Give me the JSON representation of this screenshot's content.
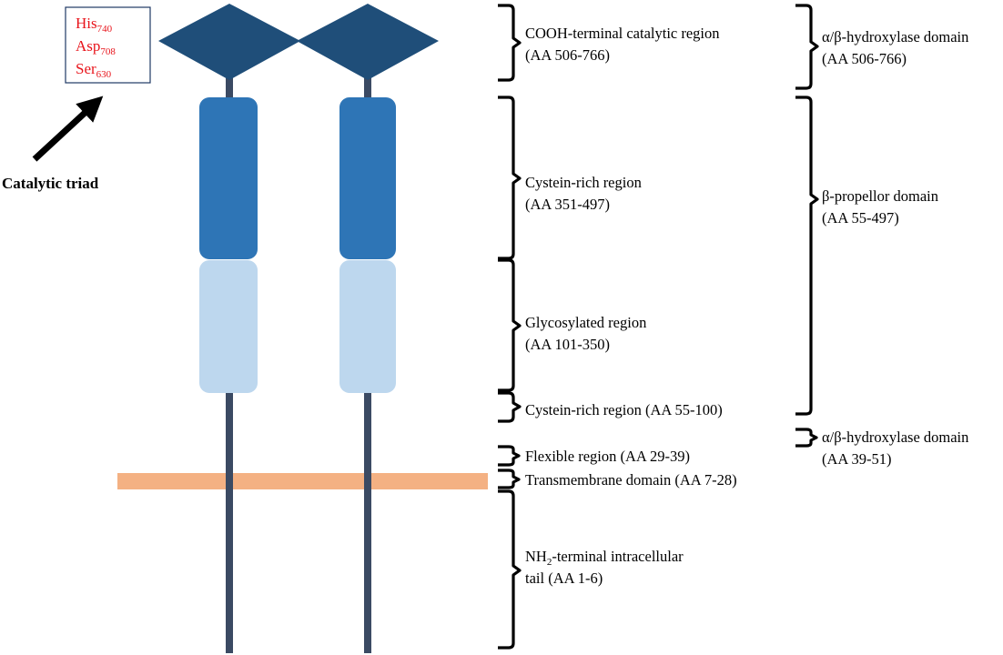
{
  "colors": {
    "catalytic_diamond": "#1f4e79",
    "cysteine_rich_block": "#2e75b6",
    "glycosylated_block": "#bdd7ee",
    "stalk": "#3b4a63",
    "membrane": "#f4b183",
    "triad_text": "#e8141b"
  },
  "catalytic_triad": {
    "residues": [
      {
        "name": "His",
        "position": "740"
      },
      {
        "name": "Asp",
        "position": "708"
      },
      {
        "name": "Ser",
        "position": "630"
      }
    ],
    "caption": "Catalytic triad"
  },
  "regions": [
    {
      "line1": "COOH-terminal catalytic region",
      "line2": "(AA 506-766)"
    },
    {
      "line1": "Cystein-rich region",
      "line2": "(AA 351-497)"
    },
    {
      "line1": "Glycosylated region",
      "line2": "(AA 101-350)"
    },
    {
      "line1": "Cystein-rich region (AA 55-100)"
    },
    {
      "line1": "Flexible region (AA 29-39)"
    },
    {
      "line1": "Transmembrane domain (AA 7-28)"
    },
    {
      "line1_prefix": "NH",
      "line1_sub": "2",
      "line1_suffix": "-terminal intracellular",
      "line2": "tail (AA 1-6)"
    }
  ],
  "domains": [
    {
      "line1": "α/β-hydroxylase domain",
      "line2": "(AA 506-766)"
    },
    {
      "line1": "β-propellor domain",
      "line2": "(AA 55-497)"
    },
    {
      "line1": "α/β-hydroxylase domain",
      "line2": "(AA 39-51)"
    }
  ]
}
